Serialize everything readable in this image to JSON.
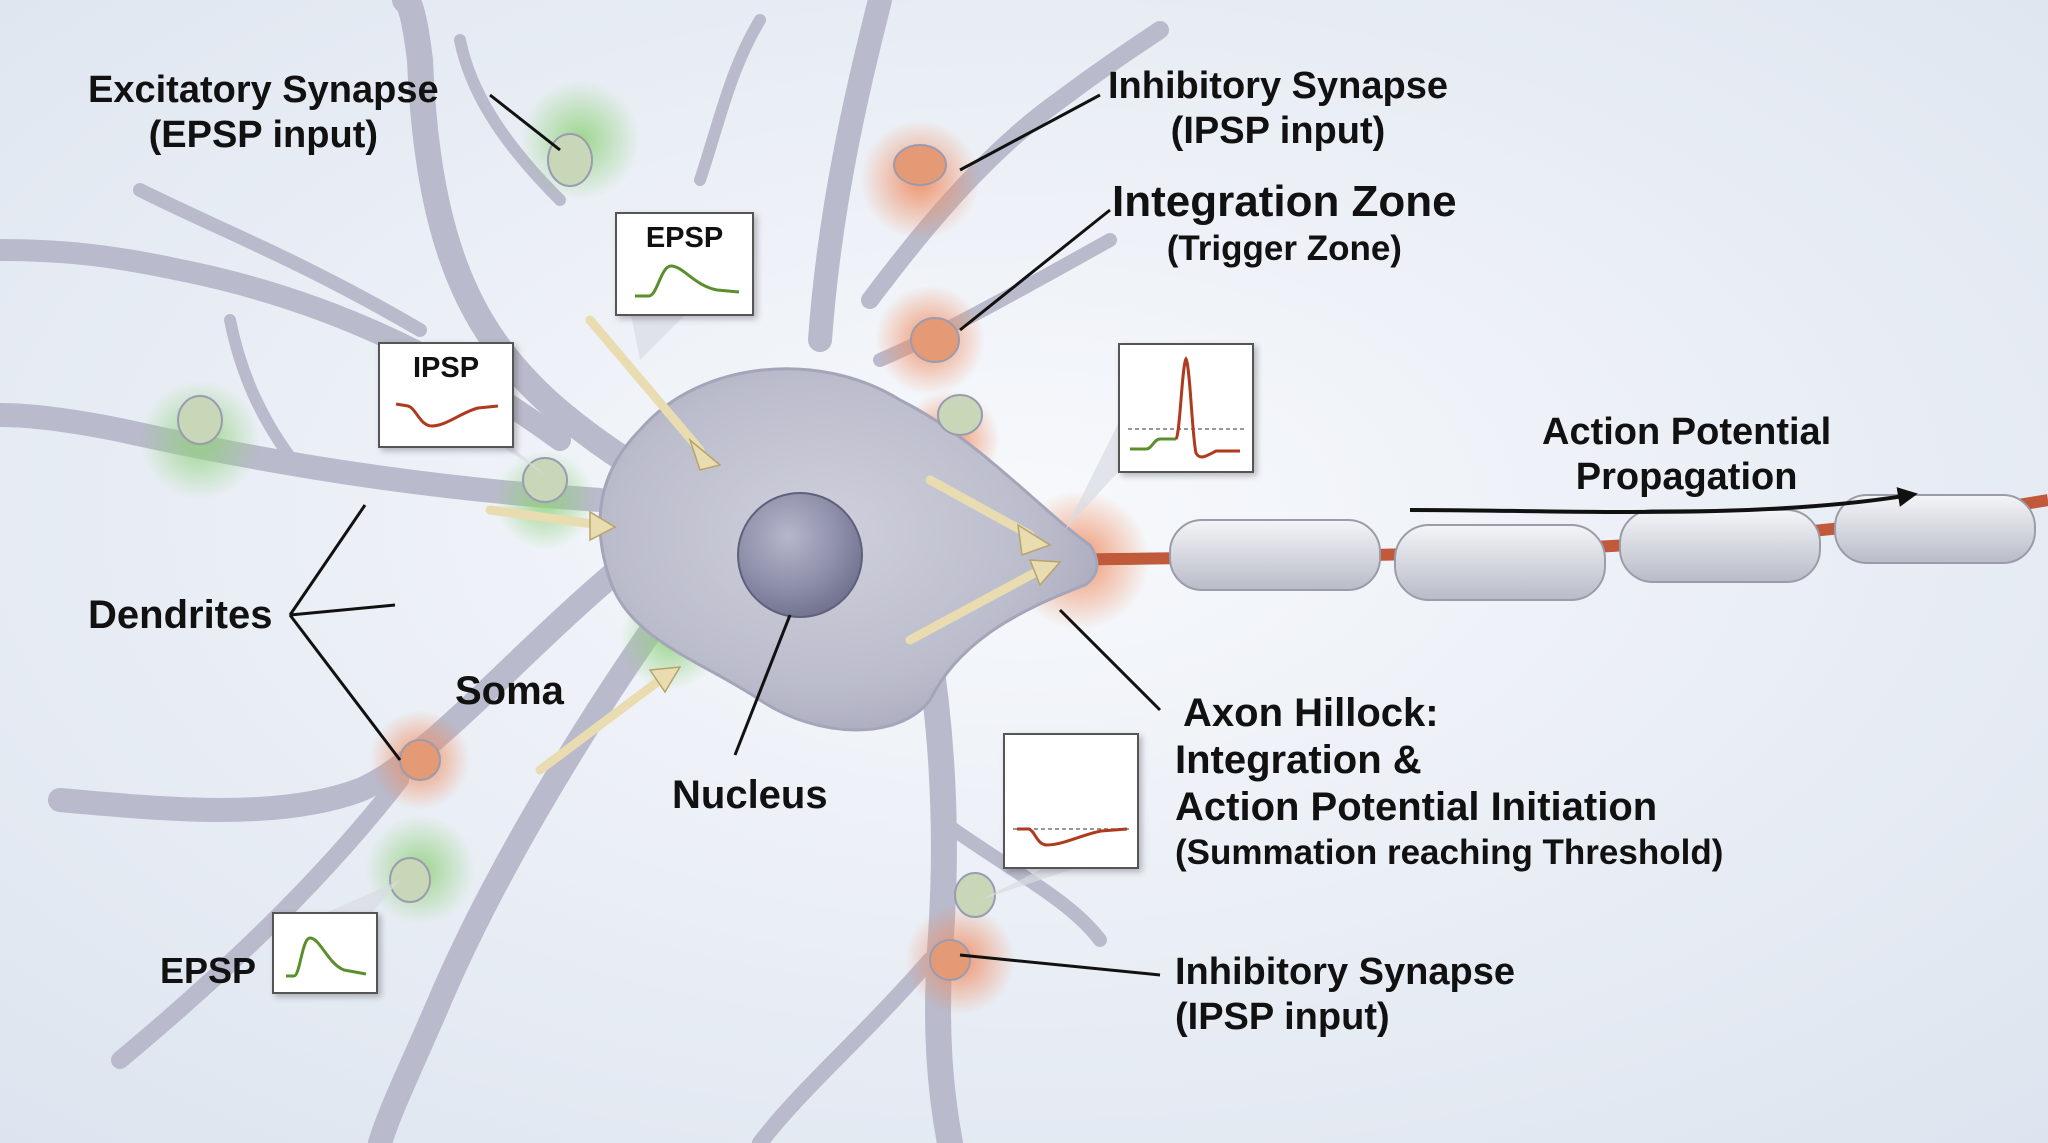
{
  "labels": {
    "excitatory_synapse": {
      "line1": "Excitatory Synapse",
      "line2": "(EPSP input)"
    },
    "inhibitory_synapse_top": {
      "line1": "Inhibitory Synapse",
      "line2": "(IPSP input)"
    },
    "integration_zone": {
      "line1": "Integration Zone",
      "line2": "(Trigger Zone)"
    },
    "action_potential_propagation": {
      "line1": "Action Potential",
      "line2": "Propagation"
    },
    "dendrites": "Dendrites",
    "soma": "Soma",
    "nucleus": "Nucleus",
    "axon_hillock": {
      "line1": "Axon Hillock:",
      "line2": "Integration &",
      "line3": "Action Potential Initiation",
      "line4": "(Summation reaching Threshold)"
    },
    "inhibitory_synapse_bottom": {
      "line1": "Inhibitory Synapse",
      "line2": "(IPSP input)"
    },
    "epsp_bottom": "EPSP"
  },
  "insets": {
    "epsp_top": {
      "title": "EPSP",
      "waveform": "epsp"
    },
    "ipsp_left": {
      "title": "IPSP",
      "waveform": "ipsp"
    },
    "action_potential": {
      "title": "",
      "waveform": "action-potential",
      "threshold": "dashed"
    },
    "ipsp_bottom": {
      "title": "",
      "waveform": "ipsp",
      "threshold": "dashed"
    },
    "epsp_bottom": {
      "title": "",
      "waveform": "epsp"
    }
  },
  "colors": {
    "background": "#eef2f8",
    "neuron_membrane": "#c3c4d2",
    "excitatory_glow": "#8fd17a",
    "inhibitory_glow": "#f08a5d",
    "myelin": "#e2e4ea",
    "epsp_trace": "#5a8f2c",
    "ipsp_trace": "#b03a1e",
    "label_text": "#111111"
  }
}
